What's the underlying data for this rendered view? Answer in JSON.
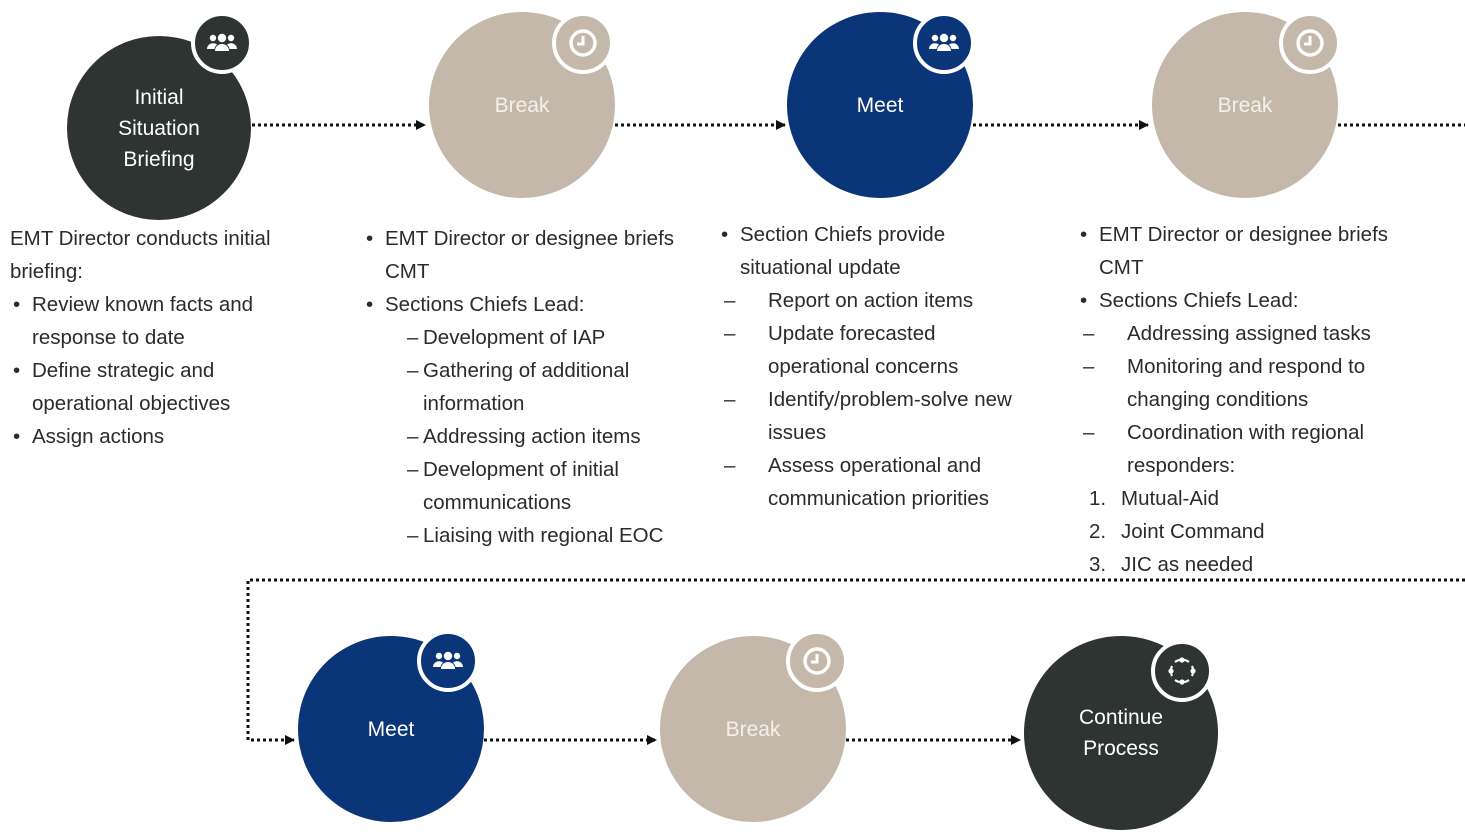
{
  "steps_row1": [
    {
      "label": "Initial\nSituation\nBriefing",
      "style": "dark",
      "icon": "people-icon"
    },
    {
      "label": "Break",
      "style": "tan",
      "icon": "clock-icon"
    },
    {
      "label": "Meet",
      "style": "navy",
      "icon": "people-icon"
    },
    {
      "label": "Break",
      "style": "tan",
      "icon": "clock-icon"
    }
  ],
  "steps_row2": [
    {
      "label": "Meet",
      "style": "navy",
      "icon": "people-icon"
    },
    {
      "label": "Break",
      "style": "tan",
      "icon": "clock-icon"
    },
    {
      "label": "Continue\nProcess",
      "style": "dark",
      "icon": "cycle-icon"
    }
  ],
  "desc_initial": {
    "intro": "EMT Director conducts initial briefing:",
    "bullets": [
      "Review known facts and response to date",
      "Define strategic and operational objectives",
      "Assign actions"
    ]
  },
  "desc_break1": {
    "bullet1": "EMT Director or designee briefs CMT",
    "bullet2": "Sections Chiefs Lead:",
    "subitems": [
      "Development of IAP",
      "Gathering of additional information",
      "Addressing action items",
      "Development of initial communications",
      "Liaising with regional EOC"
    ]
  },
  "desc_meet1": {
    "bullet1": "Section Chiefs provide situational update",
    "subitems": [
      "Report on action items",
      "Update forecasted operational concerns",
      "Identify/problem-solve new issues",
      "Assess operational and communication priorities"
    ]
  },
  "desc_break2": {
    "bullet1": "EMT Director or designee briefs CMT",
    "bullet2": "Sections Chiefs Lead:",
    "subitems": [
      "Addressing assigned tasks",
      "Monitoring and respond to changing conditions",
      "Coordination with regional responders:"
    ],
    "numbered": [
      "Mutual-Aid",
      "Joint Command",
      "JIC as needed"
    ]
  },
  "colors": {
    "dark": "#2e3432",
    "navy": "#0a3578",
    "tan": "#c3b8aa",
    "text": "#2b2b2b"
  }
}
